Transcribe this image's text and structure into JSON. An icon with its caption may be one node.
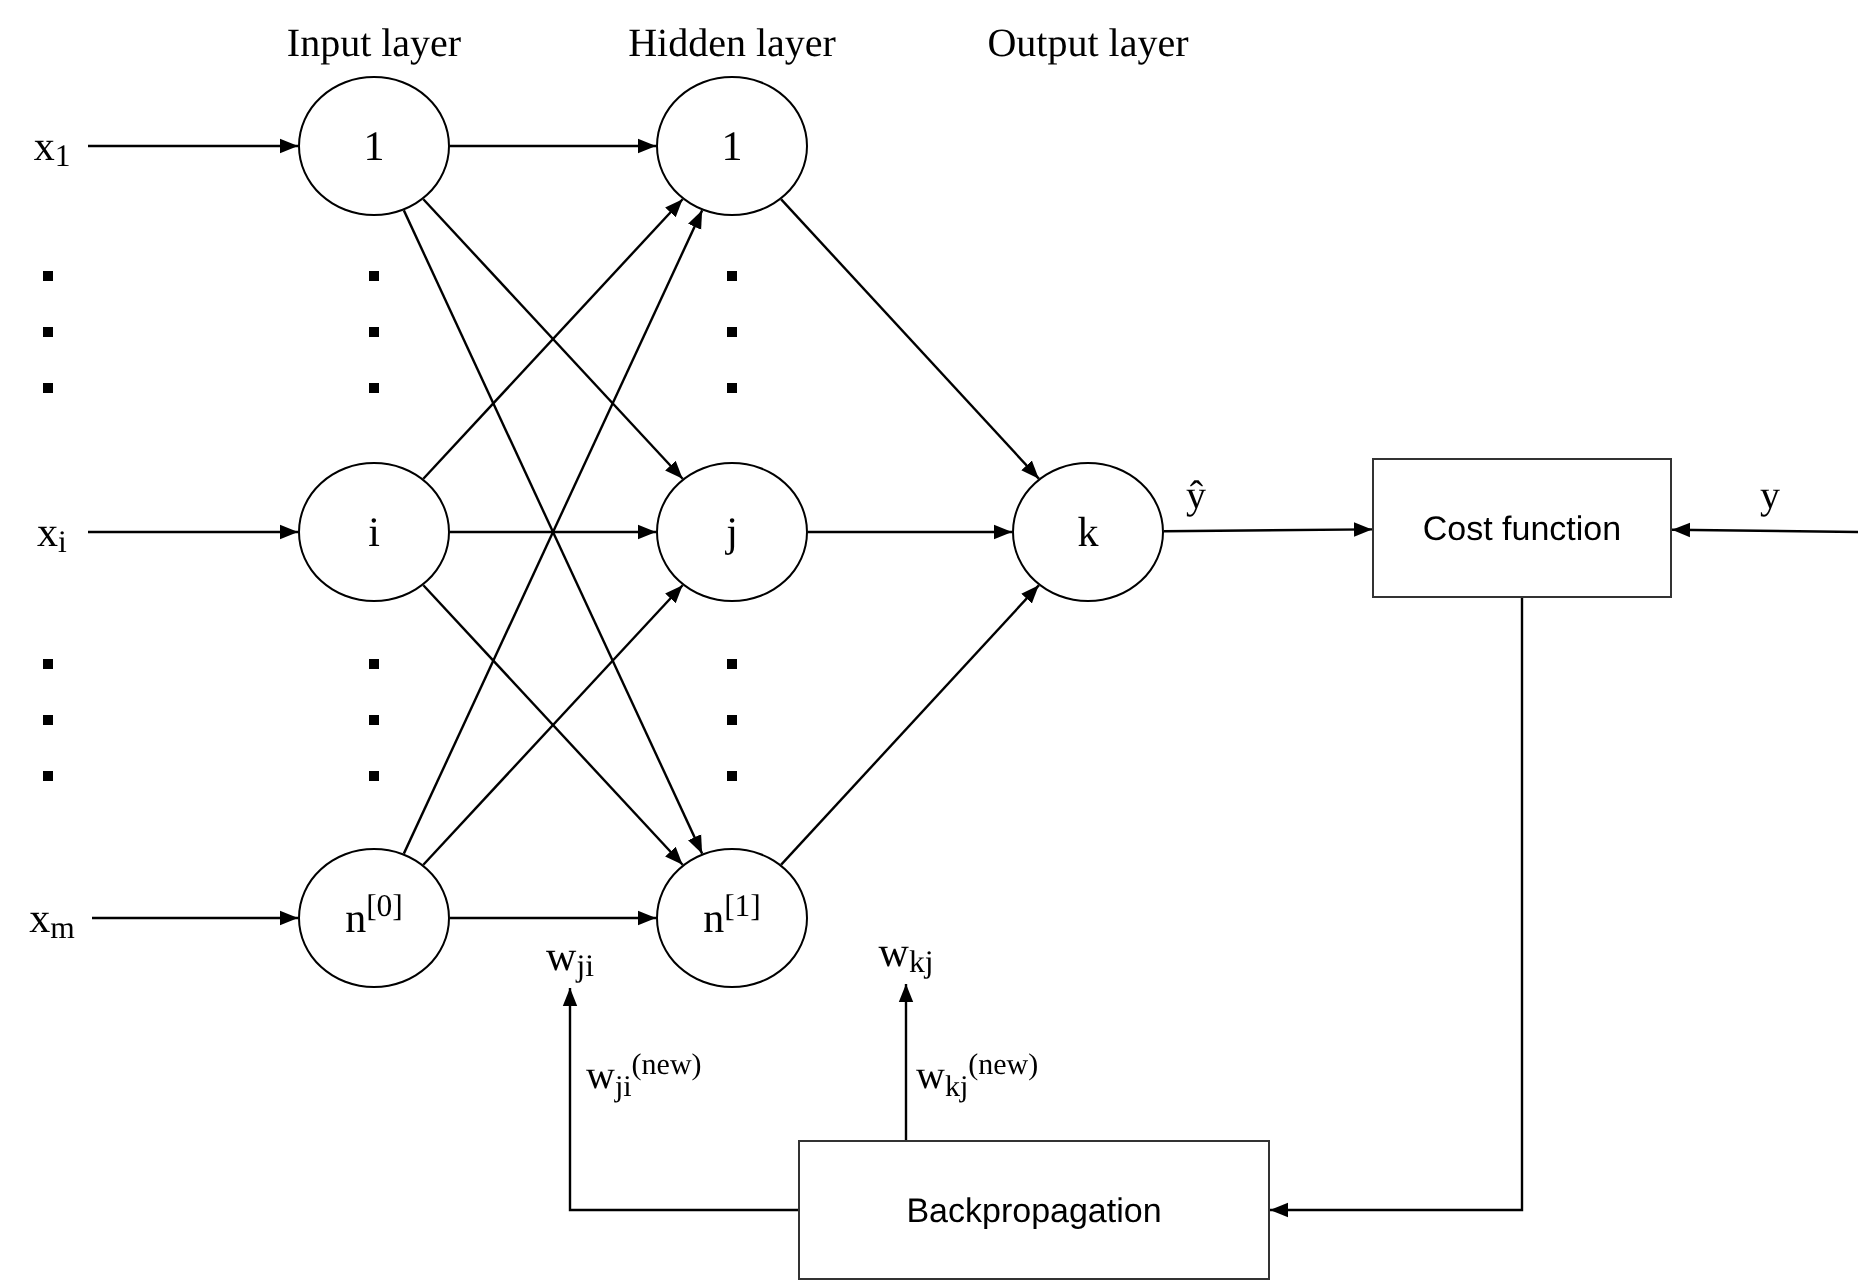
{
  "diagram": {
    "nodes": [
      {
        "text": [
          "x$_{1}$"
        ]
      },
      {
        "text": [
          "x$_{i}$"
        ]
      },
      {
        "text": [
          "x$_{m}$"
        ]
      },
      {
        "text": [
          "1"
        ]
      },
      {
        "text": [
          "i"
        ]
      },
      {
        "text": [
          "n$^{[0]}$"
        ]
      },
      {
        "text": [
          "1"
        ]
      },
      {
        "text": [
          "j"
        ]
      },
      {
        "text": [
          "n$^{[1]}$"
        ]
      },
      {
        "text": [
          "k"
        ]
      },
      {
        "text": [
          "Cost function"
        ]
      },
      {
        "text": [
          "Backpropagation"
        ]
      },
      {
        "text": [
          "w$_{ji}$"
        ]
      },
      {
        "text": [
          "w$_{kj}$"
        ]
      }
    ],
    "edges": [
      {
        "from": 0,
        "to": 3,
        "arrow": "to"
      },
      {
        "from": 1,
        "to": 4,
        "arrow": "to"
      },
      {
        "from": 2,
        "to": 5,
        "arrow": "to"
      },
      {
        "from": 3,
        "to": 6,
        "arrow": "to"
      },
      {
        "from": 3,
        "to": 7,
        "arrow": "to"
      },
      {
        "from": 3,
        "to": 8,
        "arrow": "to"
      },
      {
        "from": 4,
        "to": 6,
        "arrow": "to"
      },
      {
        "from": 4,
        "to": 7,
        "arrow": "to"
      },
      {
        "from": 4,
        "to": 8,
        "arrow": "to"
      },
      {
        "from": 5,
        "to": 6,
        "arrow": "to"
      },
      {
        "from": 5,
        "to": 7,
        "arrow": "to"
      },
      {
        "from": 5,
        "to": 8,
        "arrow": "to"
      },
      {
        "from": 6,
        "to": 9,
        "arrow": "to"
      },
      {
        "from": 7,
        "to": 9,
        "arrow": "to"
      },
      {
        "from": 8,
        "to": 9,
        "arrow": "to"
      },
      {
        "from": 9,
        "to": 10,
        "arrow": "to",
        "label": "ŷ"
      },
      {
        "from": null,
        "to": 10,
        "arrow": "to",
        "label": "y"
      },
      {
        "from": 10,
        "to": 11,
        "arrow": "to"
      },
      {
        "from": 11,
        "to": 12,
        "arrow": "to",
        "label": "w$_{ji}$$^{(new)}$"
      },
      {
        "from": 11,
        "to": 13,
        "arrow": "to",
        "label": "w$_{kj}$$^{(new)}$"
      }
    ],
    "labels": [
      "Input layer",
      "Hidden layer",
      "Output layer"
    ]
  }
}
